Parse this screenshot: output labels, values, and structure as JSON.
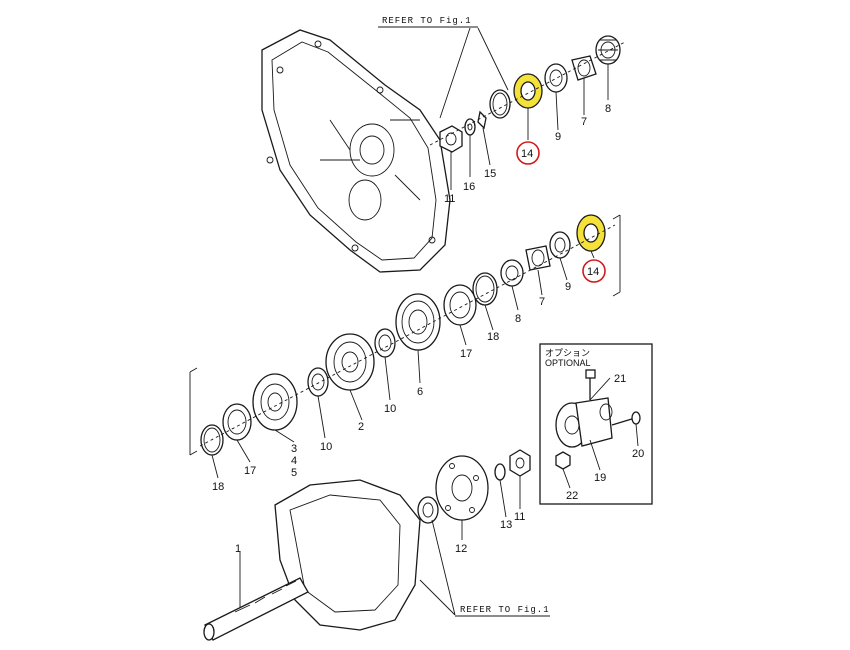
{
  "refs": {
    "top": "REFER TO Fig.1",
    "bottom": "REFER TO Fig.1"
  },
  "optional_box": {
    "label_jp": "オプション",
    "label_en": "OPTIONAL"
  },
  "parts": {
    "p1": "1",
    "p2": "2",
    "p3": "3",
    "p4": "4",
    "p5": "5",
    "p6": "6",
    "p7a": "7",
    "p7b": "7",
    "p8a": "8",
    "p8b": "8",
    "p9a": "9",
    "p9b": "9",
    "p10a": "10",
    "p10b": "10",
    "p11a": "11",
    "p11b": "11",
    "p12": "12",
    "p13": "13",
    "p14a": "14",
    "p14b": "14",
    "p15": "15",
    "p16": "16",
    "p17a": "17",
    "p17b": "17",
    "p18a": "18",
    "p18b": "18",
    "p19": "19",
    "p20": "20",
    "p21": "21",
    "p22": "22"
  },
  "colors": {
    "highlight": "#f4e23a",
    "callout": "#d11a1a",
    "line": "#1a1a1a"
  }
}
